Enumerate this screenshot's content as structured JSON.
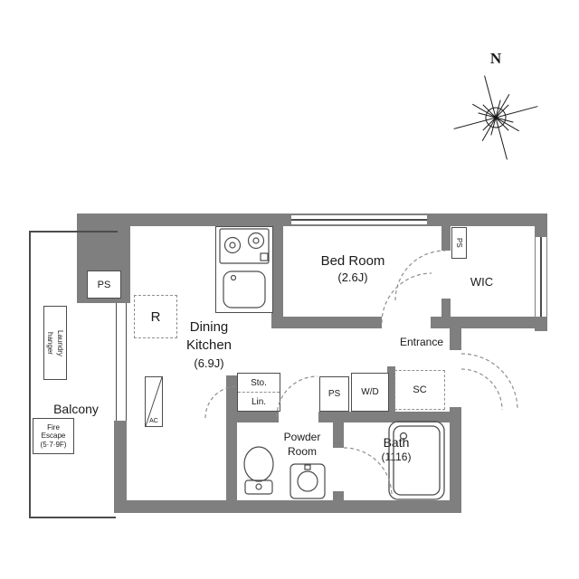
{
  "compass": {
    "north_label": "N"
  },
  "rooms": {
    "bedroom": {
      "name": "Bed Room",
      "size": "(2.6J)"
    },
    "wic": {
      "name": "WIC"
    },
    "dining_kitchen": {
      "line1": "Dining",
      "line2": "Kitchen",
      "size": "(6.9J)"
    },
    "balcony": {
      "name": "Balcony"
    },
    "entrance": {
      "name": "Entrance"
    },
    "powder_room": {
      "line1": "Powder",
      "line2": "Room"
    },
    "bath": {
      "name": "Bath",
      "size": "(1116)"
    }
  },
  "fixtures": {
    "fridge": "R",
    "ac": "AC",
    "wd": "W/D",
    "sc": "SC",
    "sto": "Sto.",
    "lin": "Lin.",
    "ps": "PS",
    "laundry": {
      "line1": "Laundry",
      "line2": "hanger"
    },
    "fire_escape": {
      "line1": "Fire",
      "line2": "Escape",
      "line3": "(5·7·9F)"
    }
  },
  "colors": {
    "wall": "#7f7f7f",
    "line": "#4c4c4c",
    "dashed_line": "#8f8f8f",
    "text": "#1a1a1a",
    "background": "#ffffff"
  }
}
